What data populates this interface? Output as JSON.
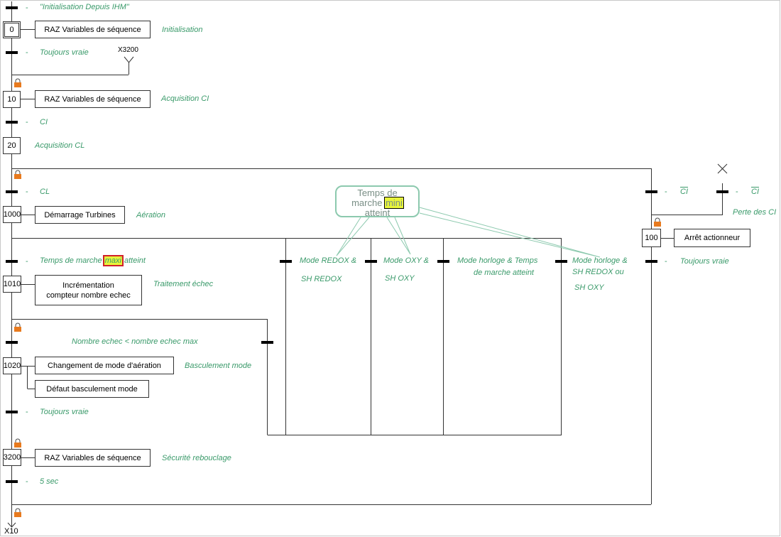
{
  "steps": {
    "s0": "0",
    "s10": "10",
    "s20": "20",
    "s1000": "1000",
    "s1010": "1010",
    "s1020": "1020",
    "s3200": "3200",
    "s100": "100"
  },
  "actions": {
    "raz0": "RAZ Variables de séquence",
    "raz10": "RAZ Variables de séquence",
    "demarrage": "Démarrage Turbines",
    "increment": [
      "Incrémentation",
      "compteur nombre echec"
    ],
    "changement": "Changement de mode d'aération",
    "defaut": "Défaut basculement mode",
    "raz3200": "RAZ Variables de séquence",
    "arret": "Arrêt actionneur"
  },
  "comments": {
    "c0": "Initialisation",
    "c10": "Acquisition CI",
    "c20": "Acquisition CL",
    "c1000": "Aération",
    "c1010": "Traitement échec",
    "c1020": "Basculement mode",
    "c3200": "Sécurité rebouclage",
    "c_perte": "Perte des CI"
  },
  "transitions": {
    "t_init": "\"Initialisation Depuis IHM\"",
    "t_toujours1": "Toujours vraie",
    "t_ci": "CI",
    "t_cl": "CL",
    "t_temps_pre": "Temps de marche ",
    "t_temps_hl": "maxi",
    "t_temps_post": " atteint",
    "t_nombre": "Nombre echec < nombre echec max",
    "t_toujours2": "Toujours vraie",
    "t_5sec": "5 sec",
    "t_redox": [
      "Mode REDOX &",
      "SH REDOX"
    ],
    "t_oxy": [
      "Mode OXY &",
      "SH OXY"
    ],
    "t_horloge": [
      "Mode horloge  & Temps",
      "de marche atteint"
    ],
    "t_horloge_sh": [
      "Mode horloge &",
      "SH REDOX ou",
      "SH OXY"
    ],
    "t_ci_bar1": "CI",
    "t_ci_bar2": "CI",
    "t_toujours3": "Toujours vraie",
    "dash": "-"
  },
  "jumps": {
    "x3200": "X3200",
    "x10": "X10"
  },
  "callout": {
    "line1": "Temps de",
    "line2_pre": "marche ",
    "line2_hl": "mini",
    "line3": "atteint"
  },
  "colors": {
    "comment": "#3a9a6a",
    "highlight": "#e8f53a",
    "lock": "#e87a1e",
    "callout_border": "#8cc9ae"
  }
}
